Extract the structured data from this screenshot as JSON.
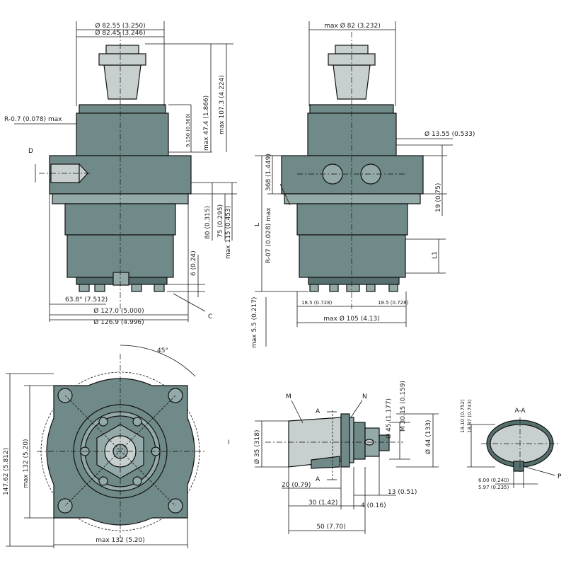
{
  "colors": {
    "body": "#6f8a88",
    "body_light": "#93aaa8",
    "body_dark": "#55706e",
    "shaft": "#c8d0cf"
  },
  "view_front": {
    "dia_top_a": "Ø 82.55 (3.250)",
    "dia_top_b": "Ø 82.45 (3.246)",
    "radius": "R-0.7 (0.078) max",
    "label_d": "D",
    "dim_9150": "9.150 (0.360)",
    "dim_47": "max 47.4 (1.866)",
    "dim_107": "max 107.3 (4.224)",
    "dim_80": "80 (0.315)",
    "dim_75": "75 (0.295)",
    "dim_115": "max 115 (0.453)",
    "dim_6": "6 (0.24)",
    "angle": "63.8° (7.512)",
    "dia_127": "Ø 127.0 (5.000)",
    "dia_126": "Ø 126.9 (4.996)",
    "label_c": "C"
  },
  "view_side": {
    "dia_82": "max Ø 82 (3.232)",
    "dia_13": "Ø 13.55 (0.533)",
    "dim_368": "368 (1.449)",
    "label_l": "L",
    "radius": "R-07 (0.028) max",
    "dim_19": "19 (0.75)",
    "label_l1": "L1",
    "dim_185a": "18.5 (0.728)",
    "dim_185b": "18.5 (0.728)",
    "dia_105": "max Ø 105 (4.13)",
    "dim_55": "max 5.5 (0.217)"
  },
  "view_bottom": {
    "angle": "45°",
    "dim_147": "147.62 (5.812)",
    "dim_132v": "max 132 (5.20)",
    "dim_132h": "max 132 (5.20)"
  },
  "view_shaft": {
    "label_m": "M",
    "label_n": "N",
    "label_a1": "A",
    "label_a2": "A",
    "dia_35": "Ø 35 (318)",
    "dia_45": "Ø 45 (1.177)",
    "m_thread": "M 30.15 (0.159)",
    "dia_44": "Ø 44 (133)",
    "dim_20": "20 (0.79)",
    "dim_13": "13 (0.51)",
    "dim_30": "30 (1.42)",
    "dim_4": "4 (0.16)",
    "dim_50": "50 (7.70)",
    "dash_mark": "I"
  },
  "view_section": {
    "title": "A-A",
    "dim_1910": "19.10 (0.752)",
    "dim_1887": "18.87 (0.743)",
    "dim_600": "6.00 (0.240)",
    "dim_597": "5.97 (0.235)",
    "label_p": "P"
  }
}
